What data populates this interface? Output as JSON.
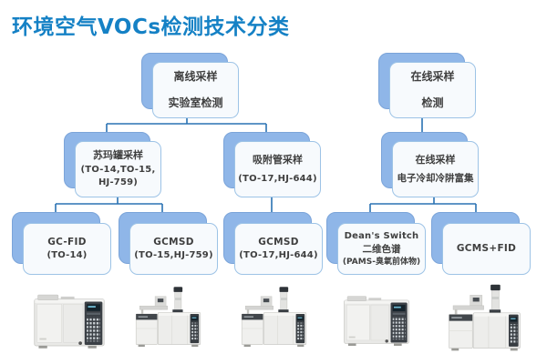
{
  "title": "环境空气VOCs检测技术分类",
  "colors": {
    "title_blue": "#1581c5",
    "shadow_blue": "#8fb6e8",
    "card_fill": "#f7fafd",
    "card_border": "#9dc3e6",
    "connector": "#2a72b3",
    "text_dark": "#3f3f3f"
  },
  "nodes": {
    "offline": {
      "line1": "离线采样",
      "line2": "实验室检测"
    },
    "online": {
      "line1": "在线采样",
      "line2": "检测"
    },
    "summa": {
      "line1": "苏玛罐采样",
      "line2": "(TO-14,TO-15,",
      "line3": "HJ-759)"
    },
    "sorbent_tube": {
      "line1": "吸附管采样",
      "line2": "(TO-17,HJ-644)"
    },
    "online_trap": {
      "line1": "在线采样",
      "line2": "电子冷却冷阱富集"
    },
    "gc_fid": {
      "line1": "GC-FID",
      "line2": "(TO-14)"
    },
    "gcmsd_to15": {
      "line1": "GCMSD",
      "line2": "(TO-15,HJ-759)"
    },
    "gcmsd_to17": {
      "line1": "GCMSD",
      "line2": "(TO-17,HJ-644)"
    },
    "deans_switch": {
      "line1": "Dean's Switch",
      "line2": "二维色谱",
      "line3": "(PAMS-臭氧前体物)"
    },
    "gcms_fid": {
      "line1": "GCMS+FID"
    }
  },
  "instruments": [
    {
      "name": "gc-analyzer-photo",
      "type": "gc"
    },
    {
      "name": "gcms-with-autosampler-photo",
      "type": "gcms"
    },
    {
      "name": "gcms-with-autosampler-photo",
      "type": "gcms"
    },
    {
      "name": "gc-analyzer-photo",
      "type": "gc"
    },
    {
      "name": "gcms-with-autosampler-photo",
      "type": "gcms"
    }
  ]
}
